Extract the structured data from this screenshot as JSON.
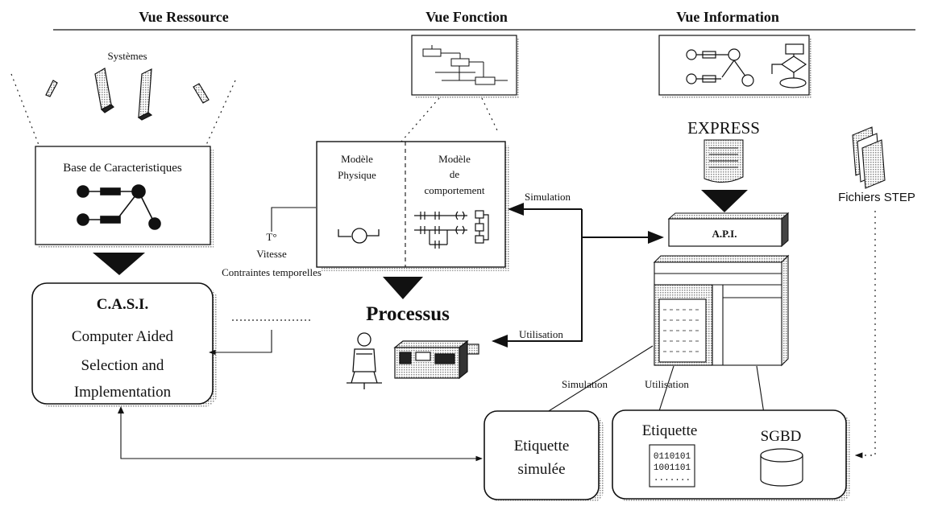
{
  "headers": {
    "resource_view": "Vue Ressource",
    "function_view": "Vue Fonction",
    "information_view": "Vue Information"
  },
  "resource": {
    "systems_label": "Systèmes",
    "feature_base_title": "Base de Caracteristiques"
  },
  "casi": {
    "title": "C.A.S.I.",
    "line1": "Computer Aided",
    "line2": "Selection and",
    "line3": "Implementation"
  },
  "constraints": {
    "temperature": "T°",
    "speed": "Vitesse",
    "temporal": "Contraintes temporelles"
  },
  "models": {
    "physical_line1": "Modèle",
    "physical_line2": "Physique",
    "behavior_line1": "Modèle",
    "behavior_line2": "de",
    "behavior_line3": "comportement"
  },
  "process": {
    "label": "Processus"
  },
  "arrows": {
    "simulation": "Simulation",
    "utilisation": "Utilisation"
  },
  "information": {
    "express": "EXPRESS",
    "api": "A.P.I.",
    "step_files": "Fichiers STEP",
    "simulation": "Simulation",
    "utilisation": "Utilisation"
  },
  "tags": {
    "simulated_line1": "Etiquette",
    "simulated_line2": "simulée",
    "etiquette": "Etiquette",
    "binary_line1": "0110101",
    "binary_line2": "1001101",
    "binary_line3": ".......",
    "sgbd": "SGBD"
  },
  "colors": {
    "ink": "#111111",
    "shadow": "#9a9a9a",
    "paper": "#ffffff"
  }
}
